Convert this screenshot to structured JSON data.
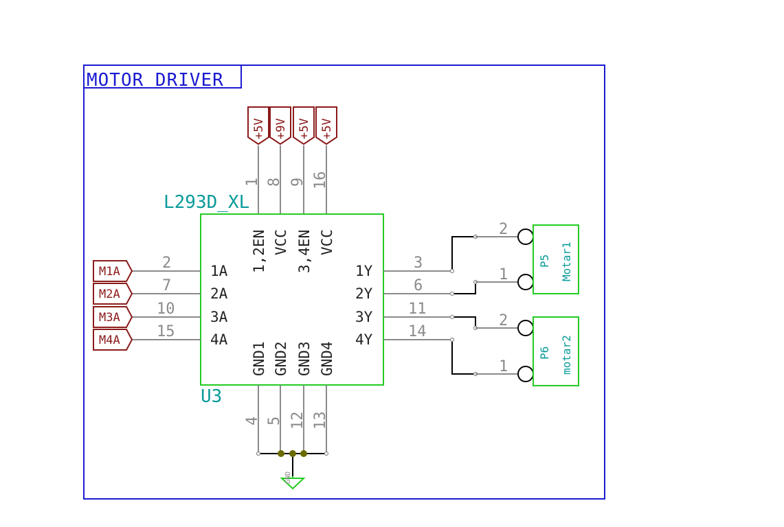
{
  "sheet": {
    "title": "MOTOR DRIVER"
  },
  "ic": {
    "value": "L293D_XL",
    "reference": "U3",
    "top_pins": [
      {
        "name": "1,2EN",
        "number": "1",
        "power": "+5V"
      },
      {
        "name": "VCC",
        "number": "8",
        "power": "+9V"
      },
      {
        "name": "3,4EN",
        "number": "9",
        "power": "+5V"
      },
      {
        "name": "VCC",
        "number": "16",
        "power": "+5V"
      }
    ],
    "left_pins": [
      {
        "name": "1A",
        "number": "2",
        "label": "M1A"
      },
      {
        "name": "2A",
        "number": "7",
        "label": "M2A"
      },
      {
        "name": "3A",
        "number": "10",
        "label": "M3A"
      },
      {
        "name": "4A",
        "number": "15",
        "label": "M4A"
      }
    ],
    "right_pins": [
      {
        "name": "1Y",
        "number": "3"
      },
      {
        "name": "2Y",
        "number": "6"
      },
      {
        "name": "3Y",
        "number": "11"
      },
      {
        "name": "4Y",
        "number": "14"
      }
    ],
    "bottom_pins": [
      {
        "name": "GND1",
        "number": "4"
      },
      {
        "name": "GND2",
        "number": "5"
      },
      {
        "name": "GND3",
        "number": "12"
      },
      {
        "name": "GND4",
        "number": "13"
      }
    ]
  },
  "connectors": [
    {
      "reference": "P5",
      "value": "Motar1",
      "pins": [
        "2",
        "1"
      ]
    },
    {
      "reference": "P6",
      "value": "motar2",
      "pins": [
        "2",
        "1"
      ]
    }
  ],
  "ground": {
    "label": "GND"
  },
  "colors": {
    "sheet_border": "#1a1ad0",
    "component_body": "#22cc22",
    "wire": "#000000",
    "pin_line": "#8a8a8a",
    "power_label": "#8b1a1a",
    "ref_text": "#0a9a9a",
    "junction": "#6b6b00"
  }
}
